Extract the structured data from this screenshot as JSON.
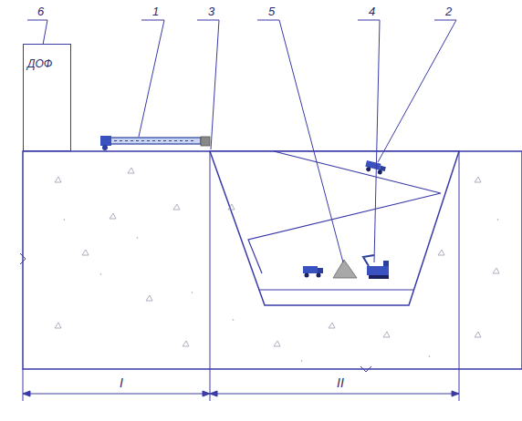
{
  "diagram": {
    "nodes": [
      {
        "text": [
          "ДОФ"
        ]
      }
    ],
    "labels": [
      "6",
      "1",
      "3",
      "5",
      "4",
      "2",
      "I",
      "II"
    ]
  }
}
